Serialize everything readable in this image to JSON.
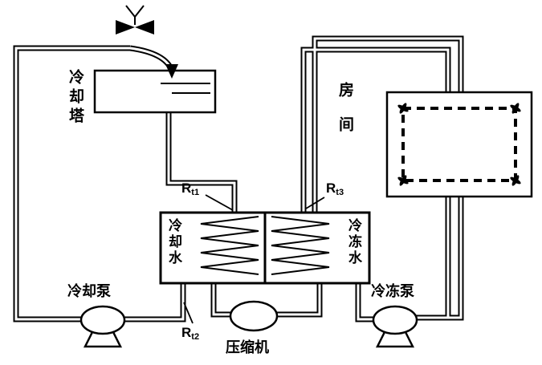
{
  "labels": {
    "cooling_tower": "冷却塔",
    "room": "房间",
    "cooling_water": "冷却水",
    "chilled_water": "冷冻水",
    "cooling_pump": "冷却泵",
    "chilled_pump": "冷冻泵",
    "compressor": "压缩机"
  },
  "sensors": {
    "rt1": {
      "prefix": "R",
      "sub": "t1"
    },
    "rt2": {
      "prefix": "R",
      "sub": "t2"
    },
    "rt3": {
      "prefix": "R",
      "sub": "t3"
    }
  },
  "colors": {
    "line": "#000000",
    "background": "#ffffff"
  }
}
